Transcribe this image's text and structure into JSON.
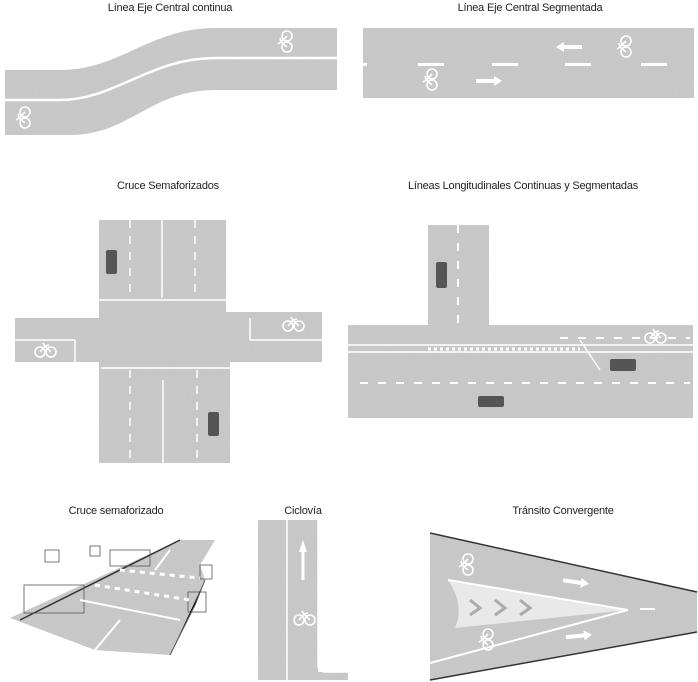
{
  "titles": {
    "p1": "Línea Eje Central continua",
    "p2": "Línea Eje Central Segmentada",
    "p3": "Cruce Semaforizados",
    "p4": "Líneas Longitudinales Continuas y Segmentadas",
    "p5": "Cruce semaforizado",
    "p6": "Ciclovía",
    "p7": "Tránsito Convergente"
  },
  "icons": {
    "bicycle": "🚲"
  },
  "colors": {
    "road": "#c9c9c9",
    "marking": "#ffffff",
    "car": "#555555"
  }
}
